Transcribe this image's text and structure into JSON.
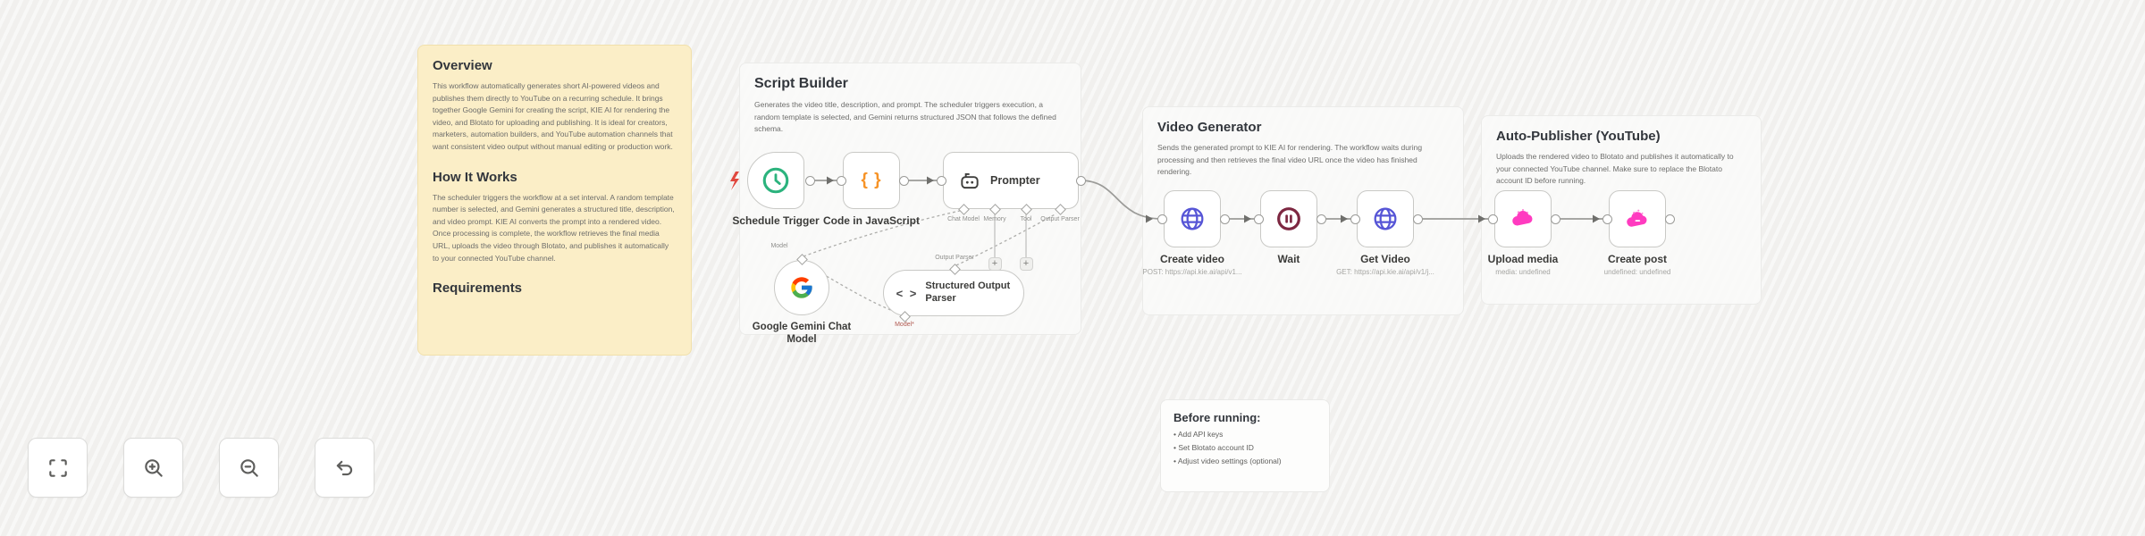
{
  "notes": {
    "overview": {
      "heading": "Overview",
      "p1": "This workflow automatically generates short AI-powered videos and publishes them directly to YouTube on a recurring schedule. It brings together Google Gemini for creating the script, KIE AI for rendering the video, and Blotato for uploading and publishing. It is ideal for creators, marketers, automation builders, and YouTube automation channels that want consistent video output without manual editing or production work.",
      "heading2": "How It Works",
      "p2": "The scheduler triggers the workflow at a set interval. A random template number is selected, and Gemini generates a structured title, description, and video prompt. KIE AI converts the prompt into a rendered video. Once processing is complete, the workflow retrieves the final media URL, uploads the video through Blotato, and publishes it automatically to your connected YouTube channel.",
      "heading3": "Requirements"
    },
    "script_builder": {
      "title": "Script Builder",
      "description": "Generates the video title, description, and prompt. The scheduler triggers execution, a random template is selected, and Gemini returns structured JSON that follows the defined schema."
    },
    "video_generator": {
      "title": "Video Generator",
      "description": "Sends the generated prompt to KIE AI for rendering. The workflow waits during processing and then retrieves the final video URL once the video has finished rendering."
    },
    "auto_publisher": {
      "title": "Auto-Publisher (YouTube)",
      "description": "Uploads the rendered video to Blotato and publishes it automatically to your connected YouTube channel. Make sure to replace the Blotato account ID before running."
    },
    "before_running": {
      "title": "Before running:",
      "items": [
        "Add API keys",
        "Set Blotato account ID",
        "Adjust video settings (optional)"
      ]
    }
  },
  "nodes": {
    "schedule_trigger": {
      "label": "Schedule Trigger"
    },
    "code_js": {
      "label": "Code in JavaScript"
    },
    "prompter": {
      "label": "Prompter",
      "anchors": [
        "Chat Model",
        "Memory",
        "Tool",
        "Output Parser"
      ]
    },
    "gemini": {
      "label": "Google Gemini Chat Model",
      "anchor": "Model"
    },
    "structured_output_parser": {
      "label": "Structured Output Parser",
      "glyph": "< >",
      "anchor_top": "Output Parser",
      "anchor_bottom": "Model*"
    },
    "create_video": {
      "label": "Create video",
      "subtitle": "POST: https://api.kie.ai/api/v1..."
    },
    "wait": {
      "label": "Wait"
    },
    "get_video": {
      "label": "Get Video",
      "subtitle": "GET: https://api.kie.ai/api/v1/j..."
    },
    "upload_media": {
      "label": "Upload media",
      "subtitle": "media: undefined"
    },
    "create_post": {
      "label": "Create post",
      "subtitle": "undefined: undefined"
    },
    "code_glyph": "{ }",
    "plus": "+"
  },
  "colors": {
    "trigger_green": "#2bb37d",
    "code_orange": "#f79326",
    "http_indigo": "#5655d6",
    "wait_maroon": "#7d2741",
    "blotato_pink": "#ff3bc0",
    "lightning_red": "#e0483e",
    "sticky_yellow": "#fbeec7"
  },
  "controls": {
    "fit": "zoom to fit",
    "zoom_in": "zoom in",
    "zoom_out": "zoom out",
    "undo": "undo"
  }
}
